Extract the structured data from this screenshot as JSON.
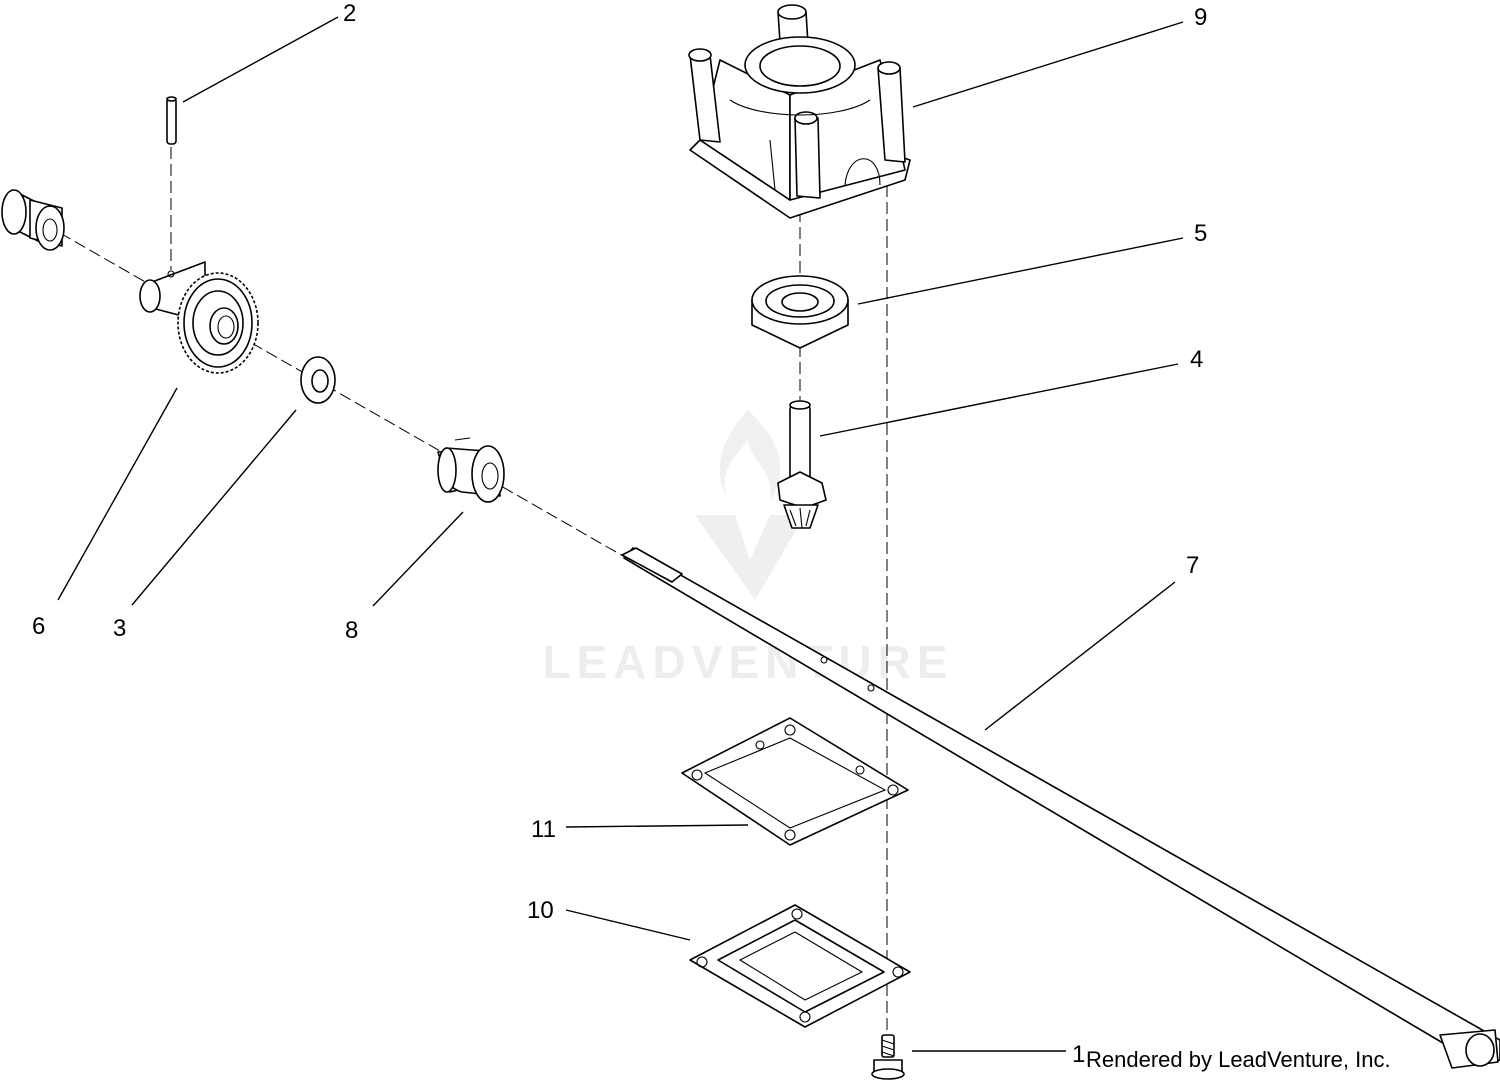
{
  "callouts": {
    "c1": "1",
    "c2": "2",
    "c3": "3",
    "c4": "4",
    "c5": "5",
    "c6": "6",
    "c7": "7",
    "c8": "8",
    "c9": "9",
    "c10": "10",
    "c11": "11"
  },
  "credit": "Rendered by LeadVenture, Inc.",
  "watermark": "LEADVENTURE"
}
